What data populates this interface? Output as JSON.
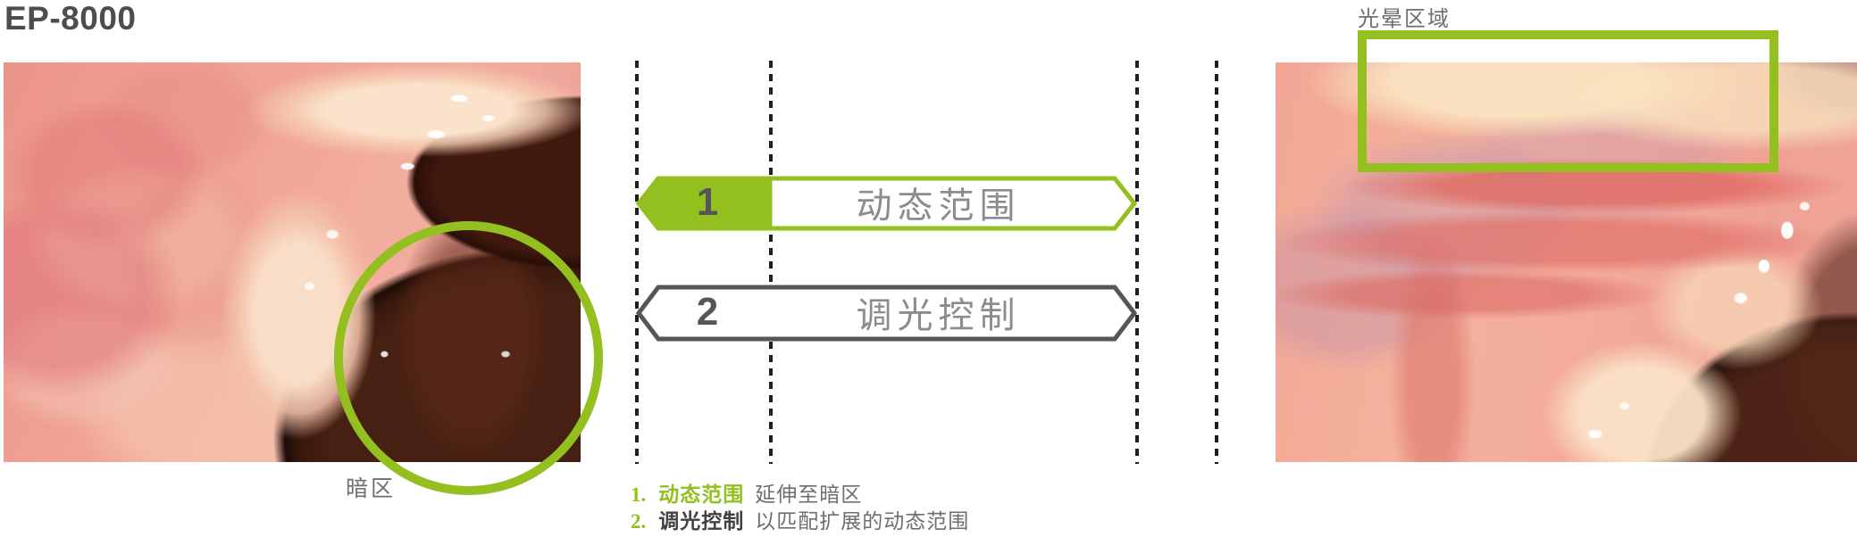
{
  "title": "EP-8000",
  "left_panel": {
    "label": "暗区"
  },
  "right_panel": {
    "label": "光晕区域"
  },
  "banners": [
    {
      "number": "1",
      "label": "动态范围",
      "style": "green"
    },
    {
      "number": "2",
      "label": "调光控制",
      "style": "gray"
    }
  ],
  "legend": [
    {
      "number": "1.",
      "keyword": "动态范围",
      "description": "延伸至暗区",
      "keyword_style": "green"
    },
    {
      "number": "2.",
      "keyword": "调光控制",
      "description": "以匹配扩展的动态范围",
      "keyword_style": "dark"
    }
  ],
  "colors": {
    "accent_green": "#93c01f",
    "dark_gray": "#55565a",
    "label_gray": "#6d6e71",
    "banner_text_gray": "#8a8d90",
    "title_gray": "#4c4d4f",
    "legend_dark": "#414042",
    "dash_color": "#1e1e1e"
  }
}
